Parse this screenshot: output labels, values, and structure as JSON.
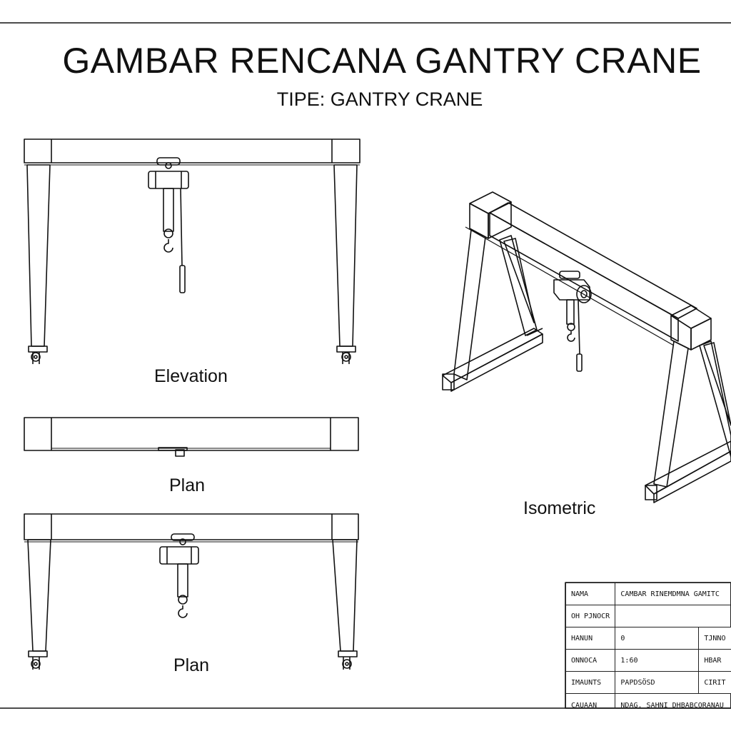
{
  "title": "GAMBAR RENCANA GANTRY CRANE",
  "subtitle": "TIPE: GANTRY CRANE",
  "views": {
    "elevation": "Elevation",
    "plan_top": "Plan",
    "plan_bottom": "Plan",
    "isometric": "Isometric"
  },
  "title_block": {
    "rows": [
      {
        "key": "NAMA",
        "value": "CAMBAR RINEMDMNA GAMITC",
        "extra": ""
      },
      {
        "key": "OH PJNOCR",
        "value": "",
        "extra": ""
      },
      {
        "key": "HANUN",
        "value": "0",
        "extra": "TJNNO"
      },
      {
        "key": "ONNOCA",
        "value": "1:60",
        "extra": "HBAR"
      },
      {
        "key": "IMAUNTS",
        "value": "PAPDSÖSD",
        "extra": "CIRIT"
      },
      {
        "key": "CAUAAN",
        "value": "NDAG. SAHNI DHBABCORANAU",
        "extra": ""
      }
    ]
  },
  "colors": {
    "line": "#111111",
    "background": "#ffffff"
  }
}
